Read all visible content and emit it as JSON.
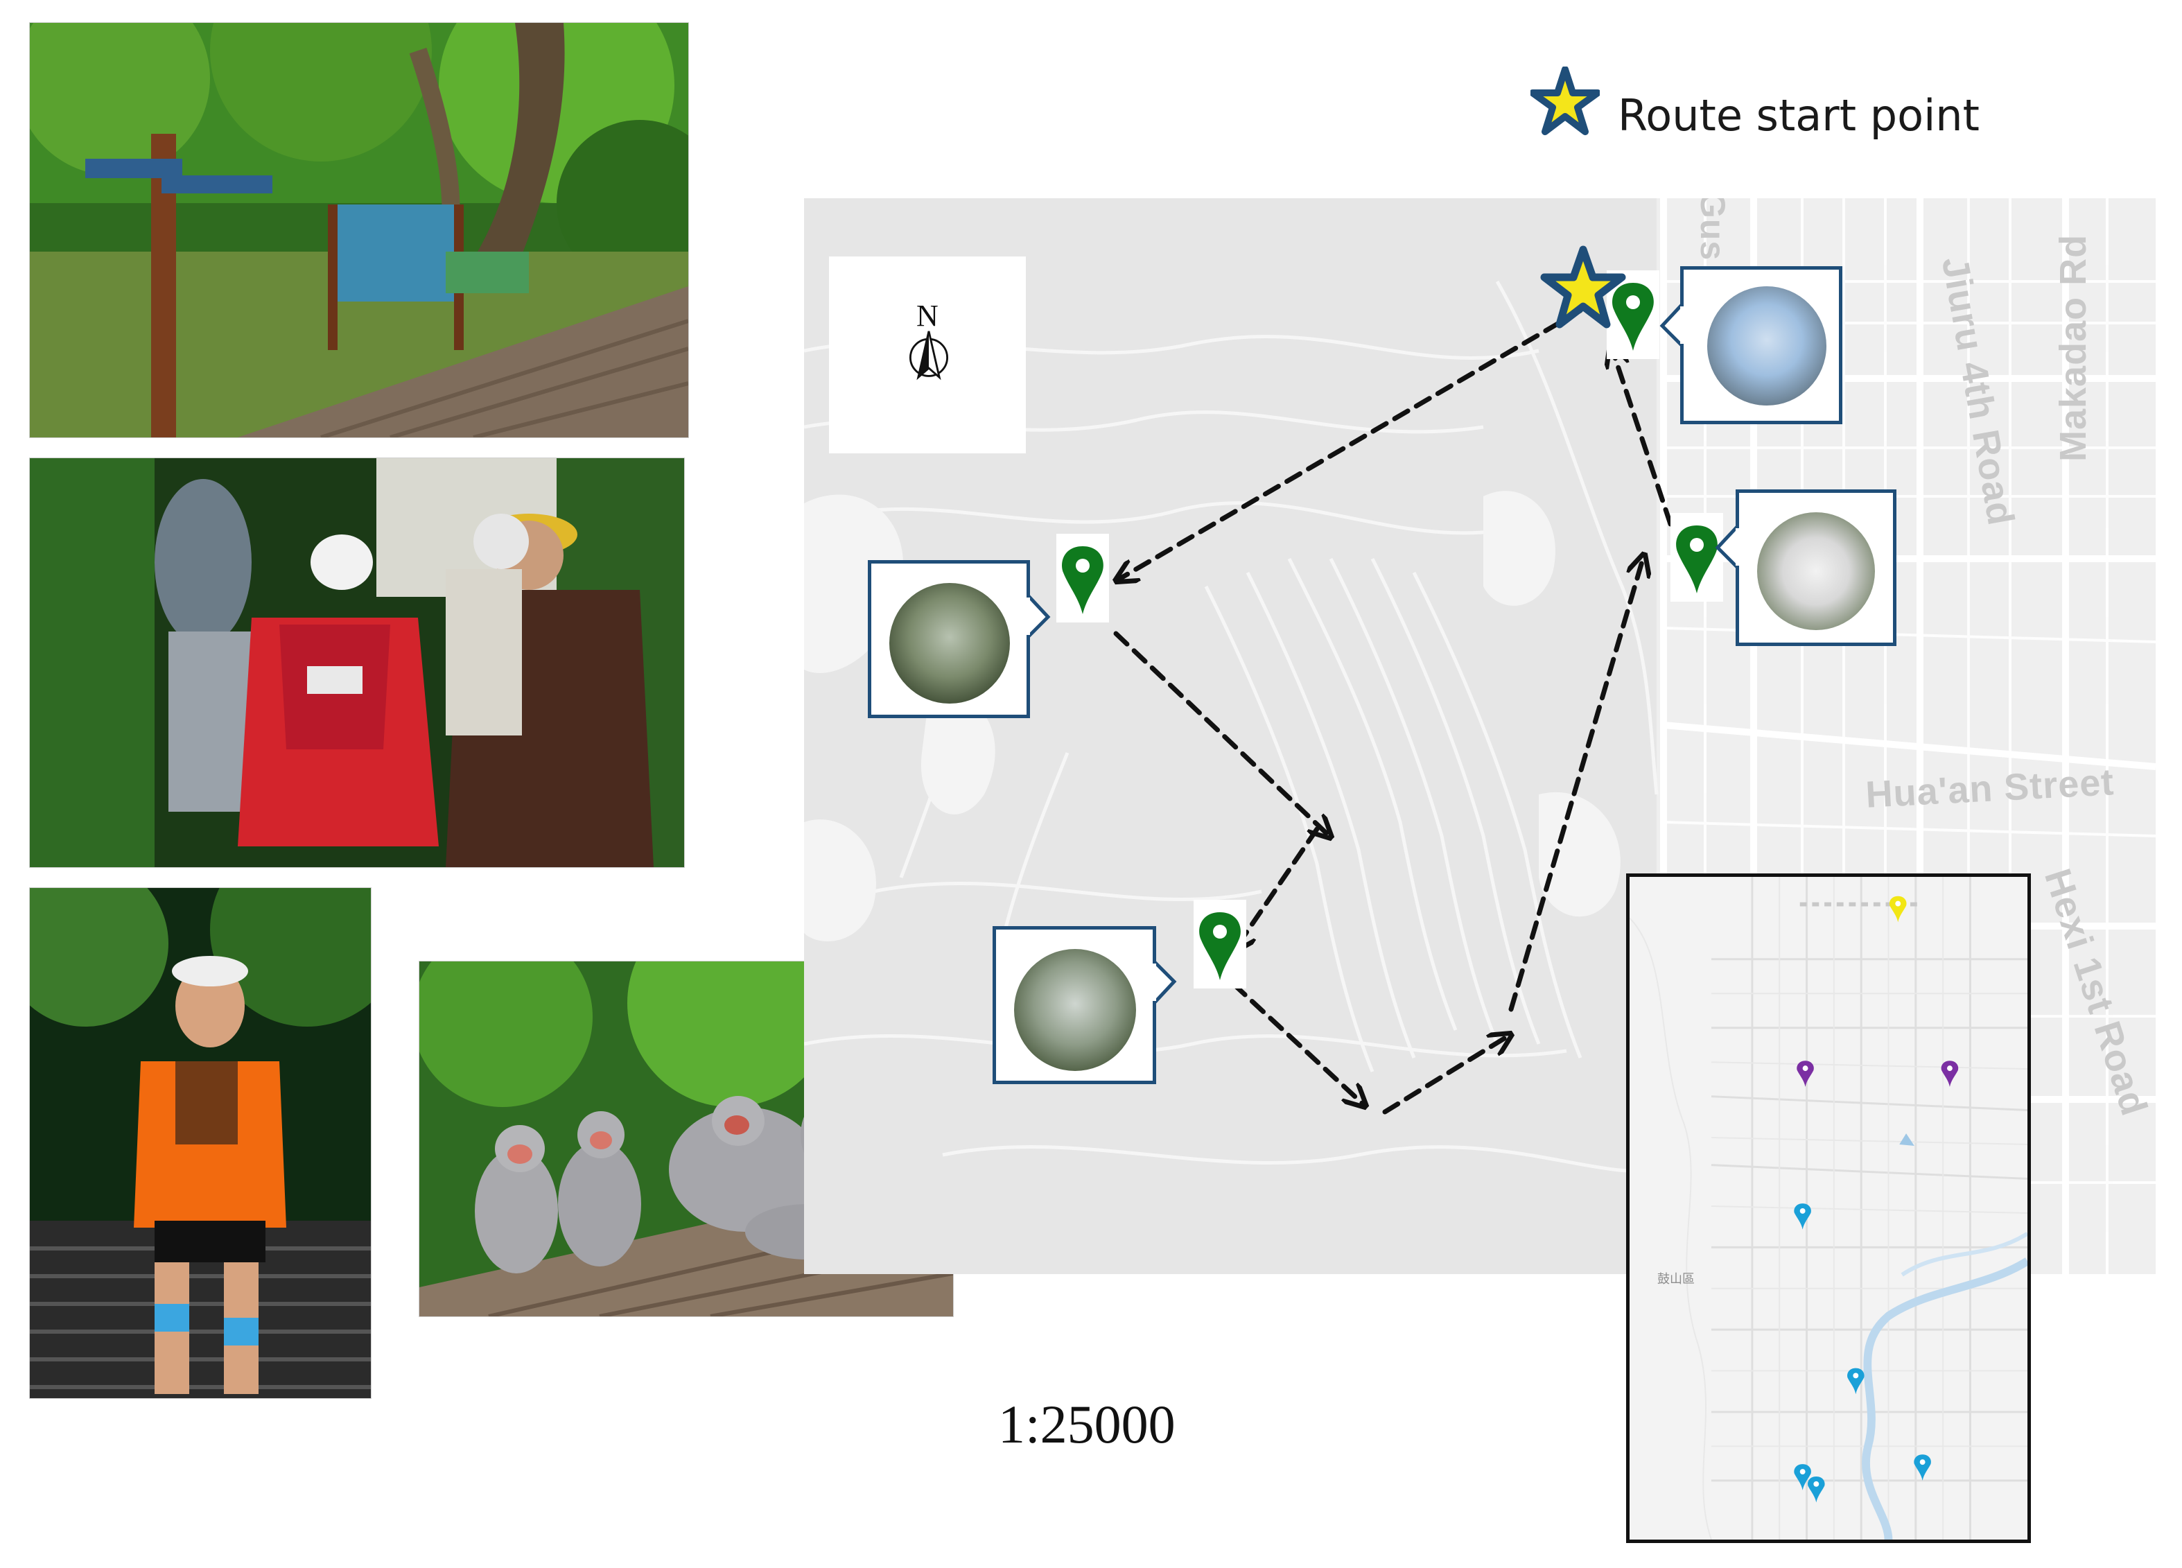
{
  "legend": {
    "label": "Route start point",
    "icon": "star-icon",
    "star_fill": "#f4e51a",
    "star_stroke": "#1f4e79"
  },
  "compass": {
    "label": "N"
  },
  "scale": {
    "text": "1:25000"
  },
  "streets": {
    "jiuru": "Jiuru 4th Road",
    "makadao": "Makadao Rd",
    "huaan": "Hua'an Street",
    "hexi": "Hexi 1st Road",
    "partial": "Gus"
  },
  "inset_map": {
    "district_label": "鼓山區",
    "pin_colors": {
      "start": "#f2e614",
      "purple": "#7b2fa3",
      "blue": "#1aa0d8"
    }
  },
  "colors": {
    "marker": "#0f7a1e",
    "callout_border": "#1f4e79",
    "route": "#111111",
    "map_bg": "#e6e6e6"
  },
  "photos": [
    {
      "name": "trail-signpost-photo"
    },
    {
      "name": "hikers-on-stairs-photo"
    },
    {
      "name": "runner-on-steps-photo"
    },
    {
      "name": "macaques-on-boardwalk-photo"
    }
  ]
}
